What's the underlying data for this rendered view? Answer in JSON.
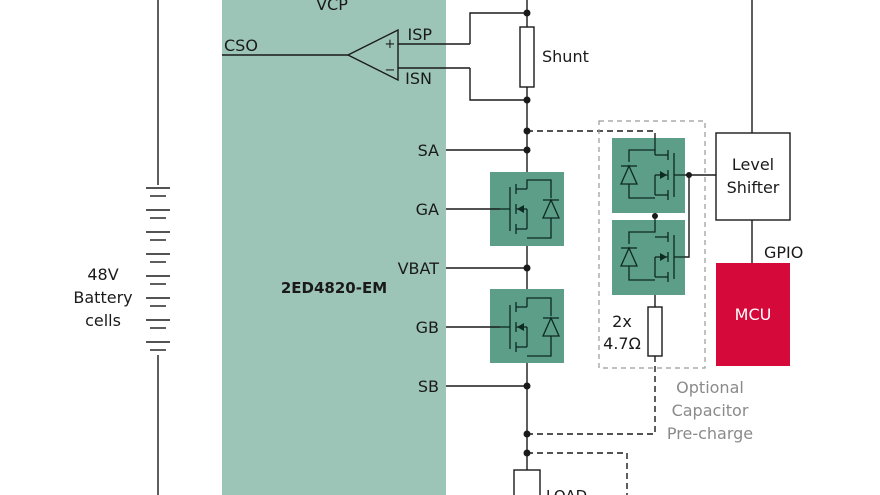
{
  "chip": {
    "name": "2ED4820-EM",
    "pins": {
      "vcp": "VCP",
      "cso": "CSO",
      "isp": "ISP",
      "isn": "ISN",
      "sa": "SA",
      "ga": "GA",
      "vbat": "VBAT",
      "gb": "GB",
      "sb": "SB"
    },
    "amp_plus": "+",
    "amp_minus": "−"
  },
  "shunt": {
    "label": "Shunt"
  },
  "battery": {
    "line1": "48V",
    "line2": "Battery",
    "line3": "cells"
  },
  "level_shifter": {
    "line1": "Level",
    "line2": "Shifter"
  },
  "gpio": {
    "label": "GPIO"
  },
  "mcu": {
    "label": "MCU"
  },
  "resistor": {
    "line1": "2x",
    "line2": "4.7Ω"
  },
  "precharge": {
    "line1": "Optional",
    "line2": "Capacitor",
    "line3": "Pre-charge"
  },
  "load": {
    "label": "LOAD"
  },
  "colors": {
    "chip_fill": "#9cc5b7",
    "mosfet_fill": "#5c9e88",
    "mcu_fill": "#d6093b"
  }
}
